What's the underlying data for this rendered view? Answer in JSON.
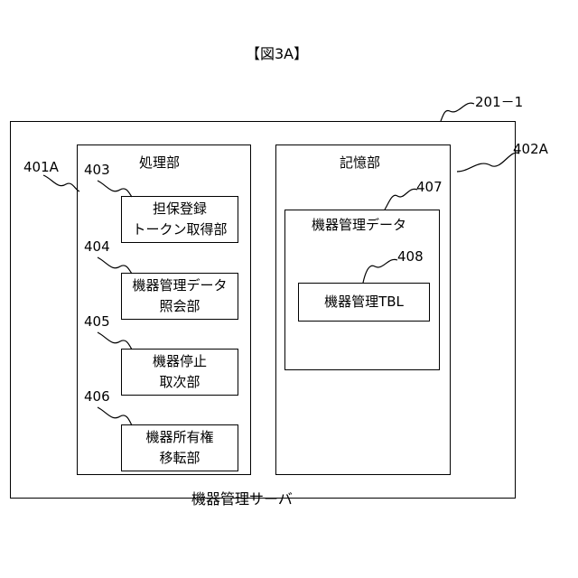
{
  "figure": {
    "title": "【図3A】"
  },
  "server": {
    "ref": "201－1",
    "name": "機器管理サーバ"
  },
  "processing": {
    "ref": "401A",
    "title": "処理部",
    "units": [
      {
        "ref": "403",
        "line1": "担保登録",
        "line2": "トークン取得部"
      },
      {
        "ref": "404",
        "line1": "機器管理データ",
        "line2": "照会部"
      },
      {
        "ref": "405",
        "line1": "機器停止",
        "line2": "取次部"
      },
      {
        "ref": "406",
        "line1": "機器所有権",
        "line2": "移転部"
      }
    ]
  },
  "storage": {
    "ref": "402A",
    "title": "記憶部",
    "data": {
      "ref": "407",
      "title": "機器管理データ"
    },
    "table": {
      "ref": "408",
      "label": "機器管理TBL"
    }
  }
}
